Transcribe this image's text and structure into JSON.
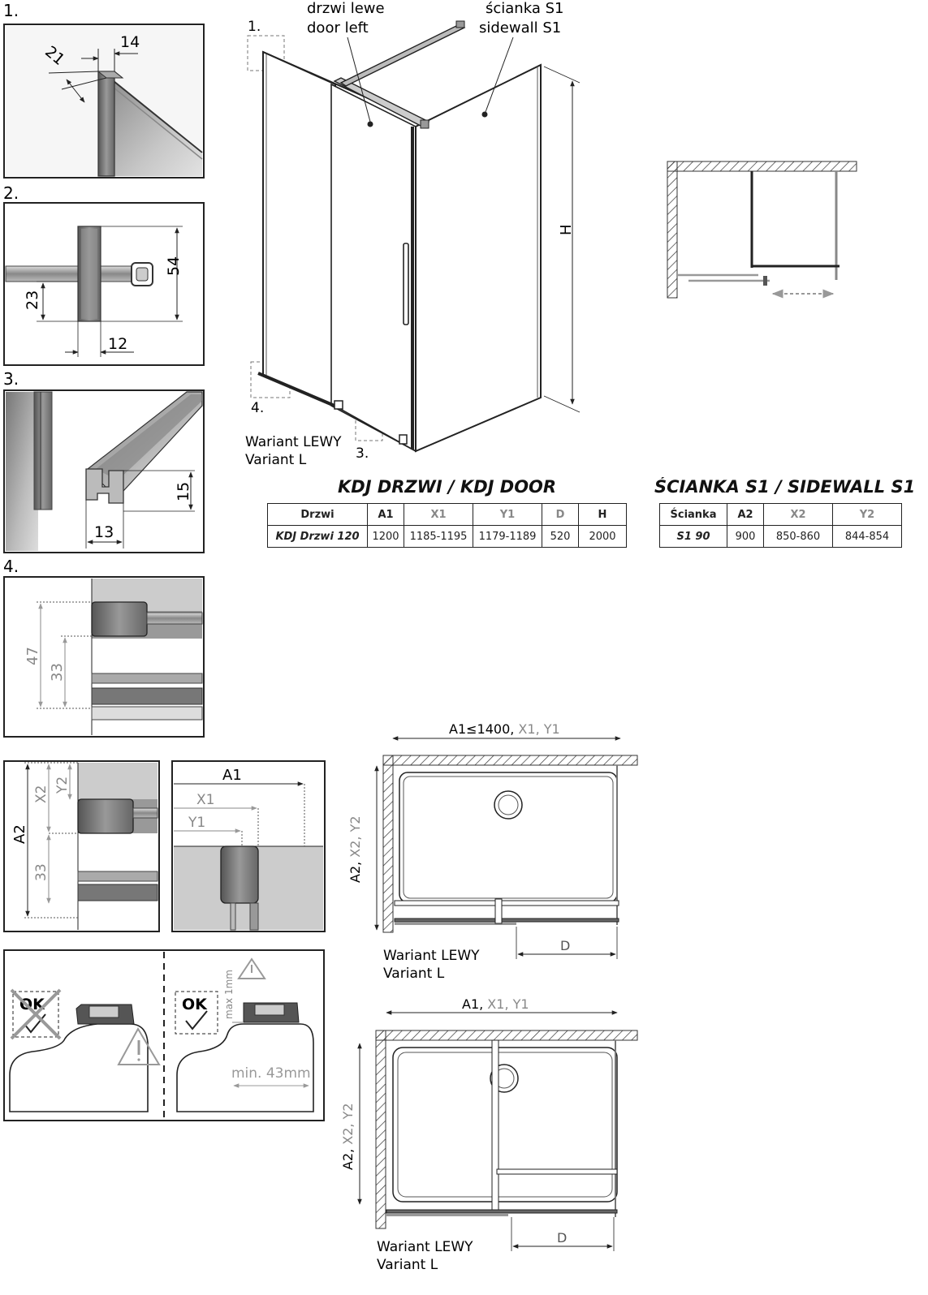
{
  "details": {
    "d1": {
      "label": "1.",
      "dim_a": "14",
      "dim_b": "21"
    },
    "d2": {
      "label": "2.",
      "dim_h": "54",
      "dim_v": "23",
      "dim_w": "12"
    },
    "d3": {
      "label": "3.",
      "dim_h": "15",
      "dim_w": "13"
    },
    "d4": {
      "label": "4.",
      "dim_a": "47",
      "dim_b": "33"
    }
  },
  "main": {
    "door_label_pl": "drzwi lewe",
    "door_label_en": "door left",
    "wall_label_pl": "ścianka S1",
    "wall_label_en": "sidewall S1",
    "callout_1": "1.",
    "callout_2": "2.",
    "callout_3": "3.",
    "callout_4": "4.",
    "height": "H",
    "variant_pl": "Wariant LEWY",
    "variant_en": "Variant L"
  },
  "door_table": {
    "title": "KDJ DRZWI / KDJ DOOR",
    "headers": [
      "Drzwi",
      "A1",
      "X1",
      "Y1",
      "D",
      "H"
    ],
    "row": [
      "KDJ Drzwi 120",
      "1200",
      "1185-1195",
      "1179-1189",
      "520",
      "2000"
    ]
  },
  "wall_table": {
    "title": "ŚCIANKA S1 / SIDEWALL S1",
    "headers": [
      "Ścianka",
      "A2",
      "X2",
      "Y2"
    ],
    "row": [
      "S1 90",
      "900",
      "850-860",
      "844-854"
    ]
  },
  "measure": {
    "left": {
      "a2": "A2",
      "x2": "X2",
      "y2": "Y2",
      "n33": "33"
    },
    "right": {
      "a1": "A1",
      "x1": "X1",
      "y1": "Y1"
    }
  },
  "level": {
    "bad": "OK",
    "good": "OK",
    "max": "max 1mm",
    "min": "min. 43mm"
  },
  "plan1": {
    "top_a": "A1≤1400, ",
    "top_b": "X1, Y1",
    "side_a": "A2, ",
    "side_b": "X2, Y2",
    "d": "D",
    "variant_pl": "Wariant LEWY",
    "variant_en": "Variant L"
  },
  "plan2": {
    "top_a": "A1, ",
    "top_b": "X1, Y1",
    "side_a": "A2, ",
    "side_b": "X2, Y2",
    "d": "D",
    "variant_pl": "Wariant LEWY",
    "variant_en": "Variant L"
  }
}
